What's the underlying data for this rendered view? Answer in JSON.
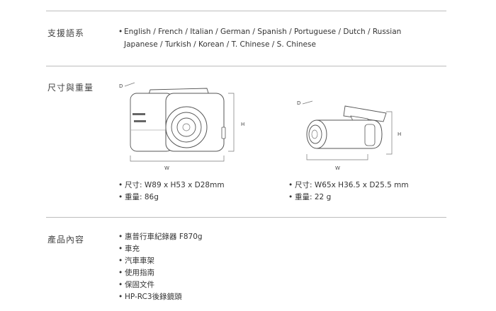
{
  "languages": {
    "label": "支援語系",
    "line1": "English / French / Italian / German / Spanish / Portuguese / Dutch / Russian",
    "line2": "Japanese / Turkish / Korean / T. Chinese / S. Chinese"
  },
  "dimensions": {
    "label": "尺寸與重量",
    "main_camera": {
      "dim_labels": {
        "depth": "D",
        "height": "H",
        "width": "W"
      },
      "specs": [
        "尺寸: W89 x H53 x D28mm",
        "重量: 86g"
      ]
    },
    "rear_camera": {
      "dim_labels": {
        "depth": "D",
        "height": "H",
        "width": "W"
      },
      "specs": [
        "尺寸: W65x H36.5 x D25.5 mm",
        "重量: 22 g"
      ]
    }
  },
  "package": {
    "label": "產品內容",
    "items": [
      "惠普行車紀錄器 F870g",
      "車充",
      "汽車車架",
      "使用指南",
      "保固文件",
      "HP-RC3後錄鏡頭"
    ]
  }
}
